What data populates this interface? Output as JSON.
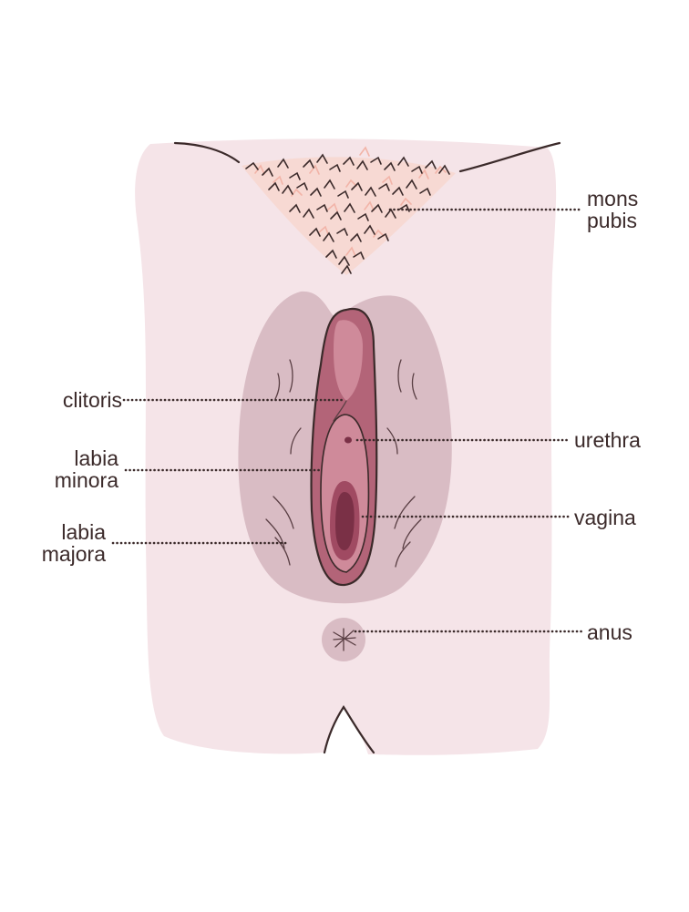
{
  "labels": {
    "mons_pubis": [
      "mons",
      "pubis"
    ],
    "clitoris": [
      "clitoris"
    ],
    "urethra": [
      "urethra"
    ],
    "labia_minora": [
      "labia",
      "minora"
    ],
    "vagina": [
      "vagina"
    ],
    "labia_majora": [
      "labia",
      "majora"
    ],
    "anus": [
      "anus"
    ]
  },
  "colors": {
    "background": "#ffffff",
    "skin": "#f5e4e8",
    "labia_majora": "#d9bcc4",
    "labia_minora_outer": "#b36478",
    "labia_minora_inner": "#cf8a9a",
    "vaginal_opening": "#7a3046",
    "outline": "#3b2a2a",
    "hair_dark": "#3b2a2a",
    "hair_light": "#f2b4a8"
  }
}
